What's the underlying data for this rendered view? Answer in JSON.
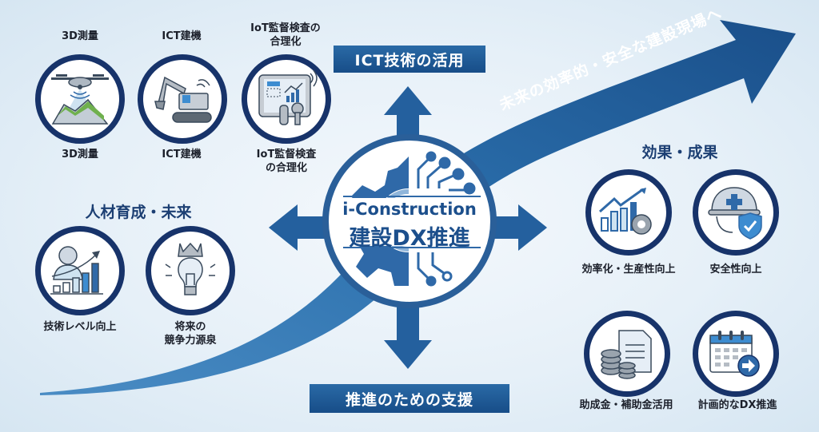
{
  "center": {
    "title_en": "i-Construction",
    "title_ja": "建設DX推進"
  },
  "banners": {
    "top": "ICT技術の活用",
    "bottom": "推進のための支援"
  },
  "arrow_text": "未来の効率的・安全な建設現場へ",
  "sections": {
    "ict": {
      "items": [
        {
          "top_label": "3D測量",
          "bottom_label": "3D測量",
          "icon": "drone-survey-icon"
        },
        {
          "top_label": "ICT建機",
          "bottom_label": "ICT建機",
          "icon": "excavator-icon"
        },
        {
          "top_label": "IoT監督検査の\n合理化",
          "top_line1": "IoT監督検査の",
          "top_line2": "合理化",
          "bottom_line1": "IoT監督検査",
          "bottom_line2": "の合理化",
          "icon": "tablet-inspection-icon"
        }
      ]
    },
    "people": {
      "heading": "人材育成・未来",
      "items": [
        {
          "label": "技術レベル向上",
          "icon": "person-growth-icon"
        },
        {
          "line1": "将来の",
          "line2": "競争力源泉",
          "icon": "lightbulb-crown-icon"
        }
      ]
    },
    "effects": {
      "heading": "効果・成果",
      "items": [
        {
          "label": "効率化・生産性向上",
          "icon": "chart-gear-icon"
        },
        {
          "label": "安全性向上",
          "icon": "helmet-shield-icon"
        }
      ]
    },
    "support": {
      "items": [
        {
          "label": "助成金・補助金活用",
          "icon": "coins-document-icon"
        },
        {
          "label": "計画的なDX推進",
          "icon": "calendar-arrow-icon"
        }
      ]
    }
  },
  "colors": {
    "navy": "#17336a",
    "blue": "#2a6aa6",
    "arrow_blue": "#1f5a95",
    "light_blue": "#4a8cc4"
  }
}
